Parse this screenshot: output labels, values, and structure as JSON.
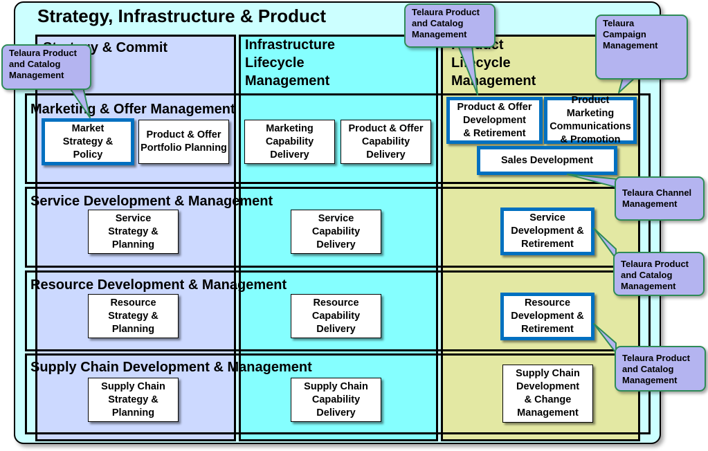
{
  "title": "Strategy, Infrastructure & Product",
  "columns": [
    {
      "label": "Strategy & Commit"
    },
    {
      "label": [
        "Infrastructure",
        "Lifecycle",
        "Management"
      ]
    },
    {
      "label": [
        "Product",
        "Lifecycle",
        "Management"
      ]
    }
  ],
  "rows": [
    {
      "label": "Marketing & Offer Management"
    },
    {
      "label": "Service Development & Management"
    },
    {
      "label": "Resource Development & Management"
    },
    {
      "label": "Supply Chain Development & Management"
    }
  ],
  "boxes": {
    "market_strategy": [
      "Market",
      "Strategy &",
      "Policy"
    ],
    "product_offer_portfolio": [
      "Product & Offer",
      "Portfolio Planning"
    ],
    "marketing_capability": [
      "Marketing",
      "Capability",
      "Delivery"
    ],
    "product_offer_capability": [
      "Product & Offer",
      "Capability Delivery"
    ],
    "product_offer_dev": [
      "Product & Offer",
      "Development",
      "& Retirement"
    ],
    "product_marketing_comms": [
      "Product Marketing",
      "Communications",
      "& Promotion"
    ],
    "sales_development": "Sales Development",
    "service_strategy": [
      "Service",
      "Strategy &",
      "Planning"
    ],
    "service_capability": [
      "Service",
      "Capability",
      "Delivery"
    ],
    "service_dev": [
      "Service",
      "Development &",
      "Retirement"
    ],
    "resource_strategy": [
      "Resource",
      "Strategy &",
      "Planning"
    ],
    "resource_capability": [
      "Resource",
      "Capability",
      "Delivery"
    ],
    "resource_dev": [
      "Resource",
      "Development &",
      "Retirement"
    ],
    "supply_strategy": [
      "Supply Chain",
      "Strategy &",
      "Planning"
    ],
    "supply_capability": [
      "Supply Chain",
      "Capability",
      "Delivery"
    ],
    "supply_dev": [
      "Supply Chain",
      "Development",
      "& Change",
      "Management"
    ]
  },
  "callouts": {
    "c1": [
      "Telaura Product",
      "and Catalog",
      "Management"
    ],
    "c2": [
      "Telaura Product",
      "and Catalog",
      "Management"
    ],
    "c3": [
      "Telaura",
      "Campaign",
      "Management"
    ],
    "c4": [
      "Telaura Channel",
      "Management"
    ],
    "c5": [
      "Telaura Product",
      "and Catalog",
      "Management"
    ],
    "c6": [
      "Telaura Product",
      "and Catalog",
      "Management"
    ]
  },
  "colors": {
    "background": "#ccffff",
    "strategy_column": "#ccccff",
    "infrastructure_column": "#00ffff",
    "product_column": "#ffcc33",
    "highlight_border": "#0070c0",
    "callout_fill": "#b4b4f0",
    "callout_border": "#2e8b57"
  }
}
